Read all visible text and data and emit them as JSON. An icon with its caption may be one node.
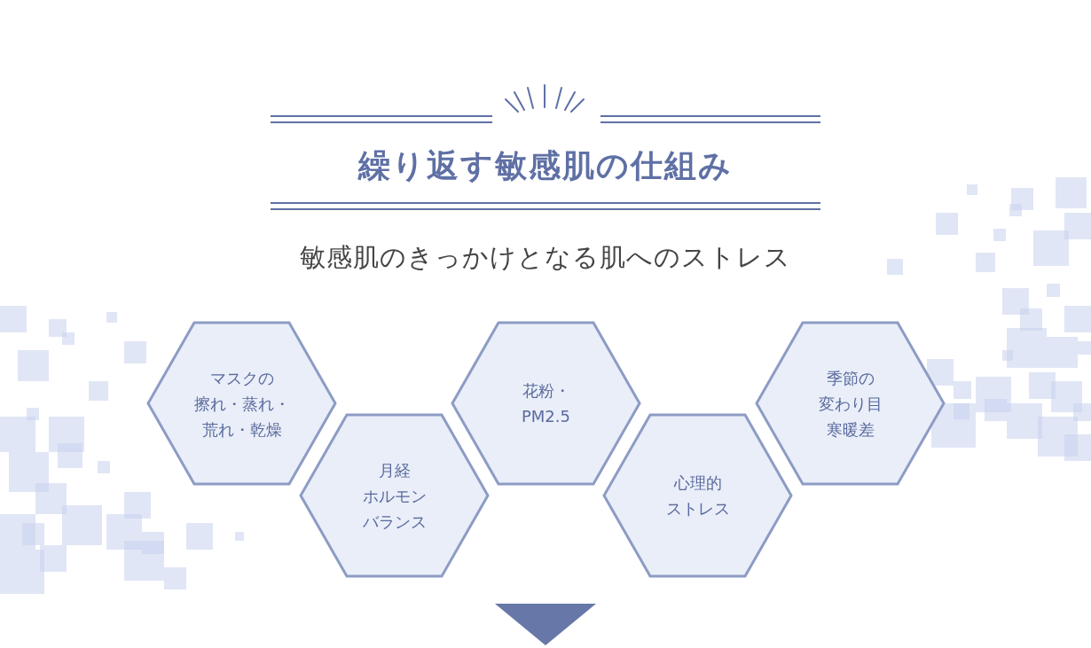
{
  "diagram": {
    "title": "繰り返す敏感肌の仕組み",
    "nodes": [
      {
        "text": [
          "マスクの擦れ・蒸れ・荒れ・乾燥"
        ]
      },
      {
        "text": [
          "月経ホルモンバランス"
        ]
      },
      {
        "text": [
          "花粉・PM2.5"
        ]
      },
      {
        "text": [
          "心理的ストレス"
        ]
      },
      {
        "text": [
          "季節の変わり目寒暖差"
        ]
      }
    ],
    "labels": [
      "敏感肌のきっかけとなる肌へのストレス"
    ]
  }
}
